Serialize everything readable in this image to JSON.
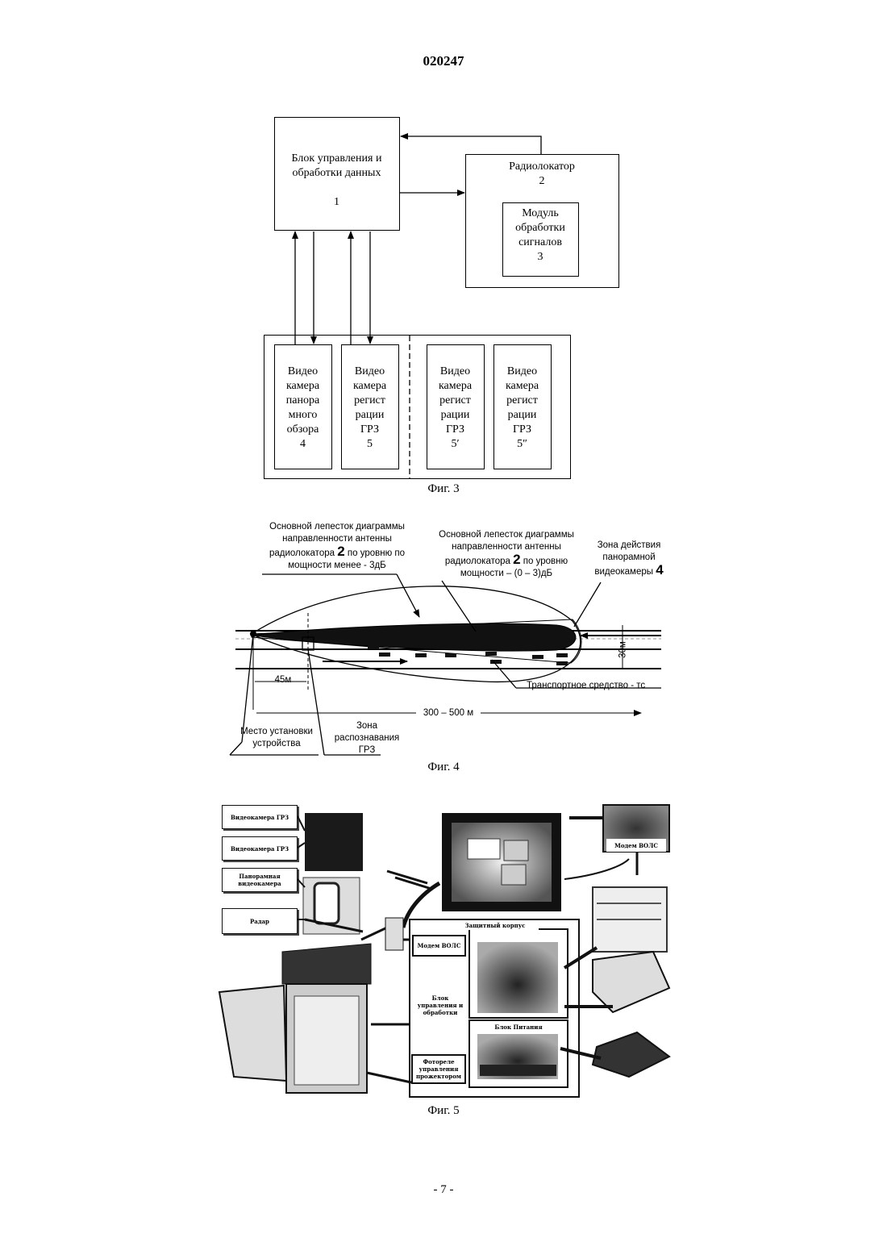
{
  "page_header": "020247",
  "page_footer": "- 7 -",
  "fig3": {
    "caption": "Фиг. 3",
    "control_unit": {
      "line1": "Блок управления и",
      "line2": "обработки данных",
      "num": "1"
    },
    "radar": {
      "title": "Радиолокатор",
      "num": "2"
    },
    "signal_module": {
      "line1": "Модуль",
      "line2": "обработки",
      "line3": "сигналов",
      "num": "3"
    },
    "cameras": [
      {
        "lines": [
          "Видео",
          "камера",
          "панора",
          "много",
          "обзора"
        ],
        "num": "4"
      },
      {
        "lines": [
          "Видео",
          "камера",
          "регист",
          "рации",
          "ГРЗ"
        ],
        "num": "5"
      },
      {
        "lines": [
          "Видео",
          "камера",
          "регист",
          "рации",
          "ГРЗ"
        ],
        "num": "5′"
      },
      {
        "lines": [
          "Видео",
          "камера",
          "регист",
          "рации",
          "ГРЗ"
        ],
        "num": "5″"
      }
    ]
  },
  "fig4": {
    "caption": "Фиг. 4",
    "label_main_lobe_low": {
      "line1": "Основной лепесток диаграммы",
      "line2": "направленности антенны",
      "line3a": "радиолокатора ",
      "line3big": "2",
      "line3b": " по уровню по",
      "line4": "мощности менее - 3дБ"
    },
    "label_main_lobe_high": {
      "line1": "Основной лепесток диаграммы",
      "line2": "направленности антенны",
      "line3a": "радиолокатора ",
      "line3big": "2",
      "line3b": " по уровню",
      "line4": "мощности – (0 – 3)дБ"
    },
    "label_camera_zone": {
      "line1": "Зона действия",
      "line2": "панорамной",
      "line3a": "видеокамеры ",
      "line3big": "4"
    },
    "label_vehicle": "Транспортное средство - тс",
    "label_45": "45м",
    "label_range": "300 – 500 м",
    "label_30": "30м",
    "label_install": {
      "line1": "Место установки",
      "line2": "устройства"
    },
    "label_recognition": {
      "line1": "Зона",
      "line2": "распознавания",
      "line3": "ГРЗ"
    }
  },
  "fig5": {
    "caption": "Фиг. 5",
    "labels": {
      "cam_grz_1": "Видеокамера ГРЗ",
      "cam_grz_2": "Видеокамера ГРЗ",
      "panoramic": "Панорамная видеокамера",
      "radar": "Радар",
      "modem_top": "Модем ВОЛС",
      "case_title": "Защитный корпус",
      "modem_inner": "Модем ВОЛС",
      "unit": "Блок управления и обработки",
      "psu": "Блок Питания",
      "photorelay": "Фотореле управления прожектором"
    }
  }
}
